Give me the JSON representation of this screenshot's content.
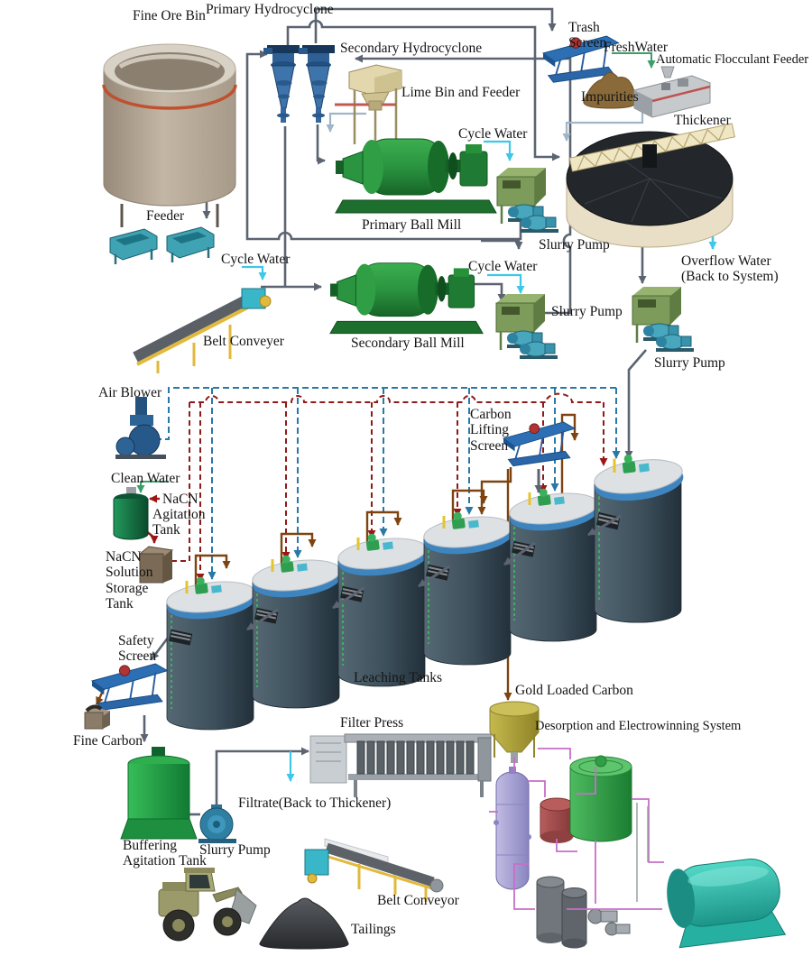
{
  "labels": {
    "fine_ore_bin": "Fine Ore Bin",
    "primary_hydrocyclone": "Primary Hydrocyclone",
    "secondary_hydrocyclone": "Secondary Hydrocyclone",
    "lime_bin_and_feeder": "Lime Bin and Feeder",
    "cycle_water_top": "Cycle Water",
    "trash_screen": "Trash\nScreen",
    "freshwater": "FreshWater",
    "automatic_flocculant_feeder": "Automatic Flocculant Feeder",
    "impurities": "Impurities",
    "thickener": "Thickener",
    "primary_ball_mill": "Primary Ball Mill",
    "slurry_pump_top": "Slurry Pump",
    "feeder": "Feeder",
    "cycle_water_left": "Cycle Water",
    "cycle_water_mid": "Cycle Water",
    "secondary_ball_mill": "Secondary Ball Mill",
    "slurry_pump_mid": "Slurry Pump",
    "overflow_water": "Overflow Water\n(Back to System)",
    "slurry_pump_thickener": "Slurry Pump",
    "belt_conveyer": "Belt Conveyer",
    "air_blower": "Air Blower",
    "carbon_lifting_screen": "Carbon\nLifting\nScreen",
    "clean_water": "Clean Water",
    "nacn": "NaCN",
    "agitation_tank": "Agitation\nTank",
    "nacn_solution_storage_tank": "NaCN\nSolution\nStorage\nTank",
    "safety_screen": "Safety\nScreen",
    "fine_carbon": "Fine Carbon",
    "leaching_tanks": "Leaching Tanks",
    "gold_loaded_carbon": "Gold Loaded Carbon",
    "desorption_and_electrowinning_system": "Desorption and Electrowinning System",
    "filter_press": "Filter Press",
    "filtrate_back_to_thickener": "Filtrate(Back to Thickener)",
    "buffering_agitation_tank": "Buffering\nAgitation Tank",
    "slurry_pump_bottom": "Slurry Pump",
    "belt_conveyor_bottom": "Belt Conveyor",
    "tailings": "Tailings"
  },
  "colors": {
    "main_line": "#5b6470",
    "cycle_water_line": "#3ec7e8",
    "fresh_water_line": "#3aa06a",
    "nacn_line": "#9d1515",
    "air_line": "#2878a8",
    "carbon_line": "#7d4410",
    "reagent_line_slate": "#9eb6c8",
    "pipe_magenta": "#c86ec8"
  }
}
